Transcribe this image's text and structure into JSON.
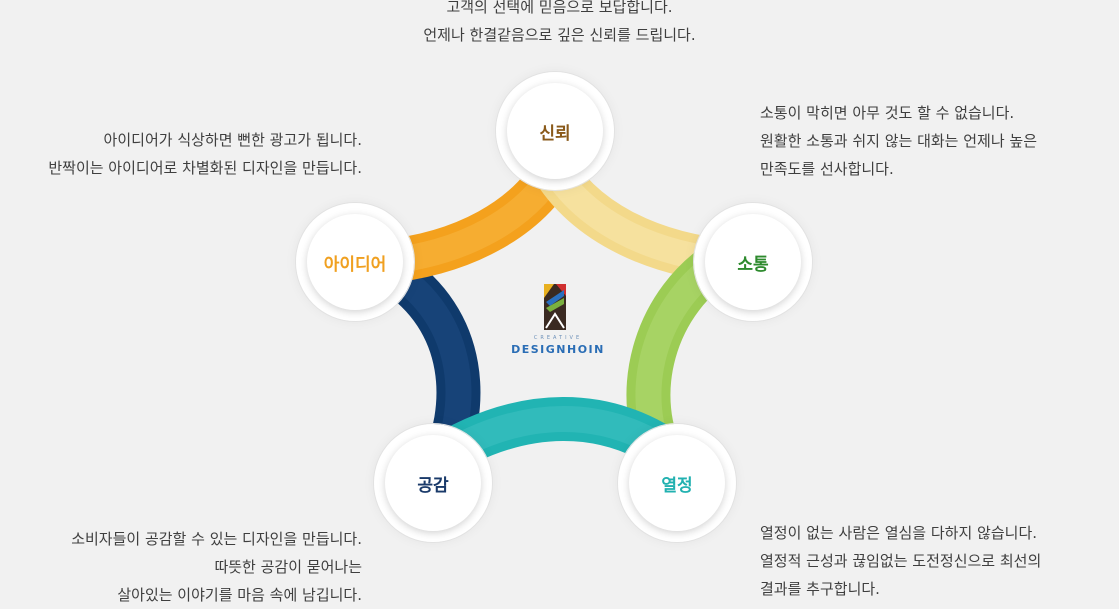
{
  "top_text": {
    "line1": "고객의 선택에 믿음으로 보답합니다.",
    "line2": "언제나 한결같음으로 깊은 신뢰를 드립니다."
  },
  "left_top_text": {
    "line1": "아이디어가 식상하면 뻔한 광고가 됩니다.",
    "line2": "반짝이는 아이디어로 차별화된 디자인을 만듭니다."
  },
  "right_top_text": {
    "line1": "소통이 막히면 아무 것도 할 수 없습니다.",
    "line2": "원활한 소통과 쉬지 않는 대화는 언제나 높은",
    "line3": "만족도를 선사합니다."
  },
  "left_bottom_text": {
    "line1": "소비자들이 공감할 수 있는 디자인을 만듭니다.",
    "line2": "따뜻한 공감이 묻어나는",
    "line3": "살아있는 이야기를 마음 속에 남깁니다."
  },
  "right_bottom_text": {
    "line1": "열정이 없는 사람은 열심을 다하지 않습니다.",
    "line2": "열정적 근성과 끊임없는 도전정신으로 최선의",
    "line3": "결과를 추구합니다."
  },
  "nodes": {
    "trust": {
      "label": "신뢰",
      "color": "#8a5a1a"
    },
    "communication": {
      "label": "소통",
      "color": "#2d8a2d"
    },
    "idea": {
      "label": "아이디어",
      "color": "#f0a020"
    },
    "empathy": {
      "label": "공감",
      "color": "#1a3a6a"
    },
    "passion": {
      "label": "열정",
      "color": "#21b1b0"
    }
  },
  "logo": {
    "tagline": "CREATIVE",
    "name": "DESIGNHOIN"
  },
  "arc_colors": {
    "idea_trust": "#f4a11d",
    "trust_comm": "#f3d98a",
    "comm_passion": "#9ccc54",
    "passion_empathy": "#21b4b3",
    "empathy_idea": "#0f3a6c"
  }
}
